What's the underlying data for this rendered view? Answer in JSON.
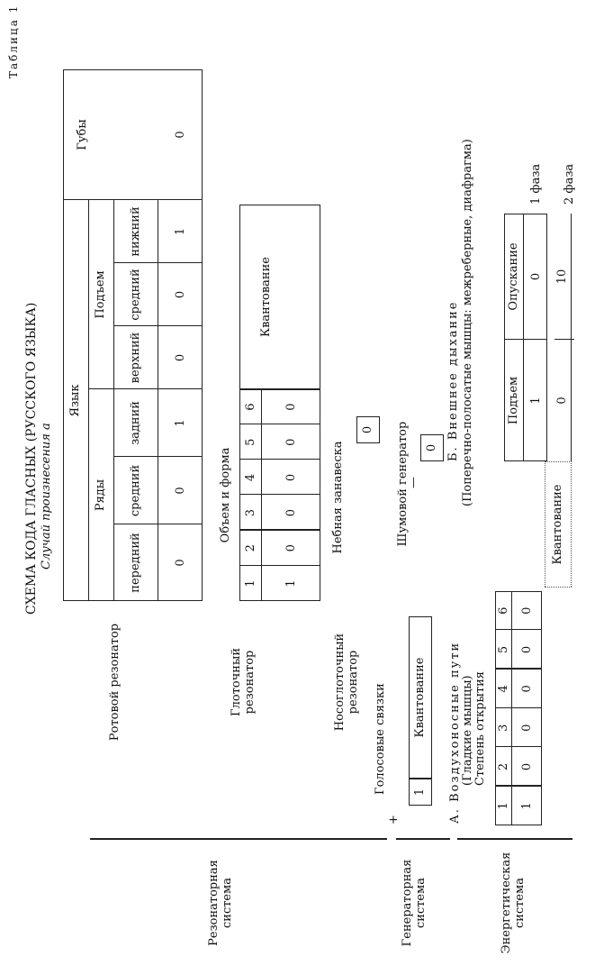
{
  "table_label": "Таблица 1",
  "title": "СХЕМА КОДА ГЛАСНЫХ (РУССКОГО ЯЗЫКА)",
  "subtitle": "Случай произнесения а",
  "systems": {
    "resonator": "Резонаторная система",
    "generator": "Генераторная система",
    "energy": "Энергетическая система"
  },
  "resonators": {
    "oral": "Ротовой резонатор",
    "pharyngeal": "Глоточный резонатор",
    "nasopharyngeal": "Носоглоточный резонатор"
  },
  "tongue": {
    "label": "Язык",
    "rows_label": "Ряды",
    "rows": [
      {
        "name": "передний",
        "value": "0"
      },
      {
        "name": "средний",
        "value": "0"
      },
      {
        "name": "задний",
        "value": "1"
      }
    ],
    "rise_label": "Подъем",
    "rise": [
      {
        "name": "верхний",
        "value": "0"
      },
      {
        "name": "средний",
        "value": "0"
      },
      {
        "name": "нижний",
        "value": "1"
      }
    ]
  },
  "lips": {
    "label": "Губы",
    "value": "0"
  },
  "pharynx": {
    "label": "Объем и форма",
    "numbers": [
      "1",
      "2",
      "3",
      "4",
      "5",
      "6"
    ],
    "values": [
      "1",
      "0",
      "0",
      "0",
      "0",
      "0"
    ]
  },
  "quantization": "Квантование",
  "velum": {
    "label": "Небная занавеска",
    "value": "0"
  },
  "noise": {
    "label": "Шумовой генератор",
    "value": "0",
    "sign": "—"
  },
  "vocal": {
    "label": "Голосовые связки",
    "value": "1",
    "sign": "+"
  },
  "airways": {
    "title": "А. Воздухоносные пути",
    "note": "(Гладкие мышцы)",
    "degree_label": "Степень открытия",
    "numbers": [
      "1",
      "2",
      "3",
      "4",
      "5",
      "6"
    ],
    "values": [
      "1",
      "0",
      "0",
      "0",
      "0",
      "0"
    ]
  },
  "breathing": {
    "title": "Б. Внешнее дыхание",
    "note": "(Поперечно-полосатые мышцы: межреберные, диафрагма)",
    "up_label": "Подъем",
    "down_label": "Опускание",
    "phase1": {
      "label": "1 фаза",
      "up": "1",
      "down": "0"
    },
    "phase2": {
      "label": "2 фаза",
      "up": "0",
      "down": "10"
    }
  }
}
